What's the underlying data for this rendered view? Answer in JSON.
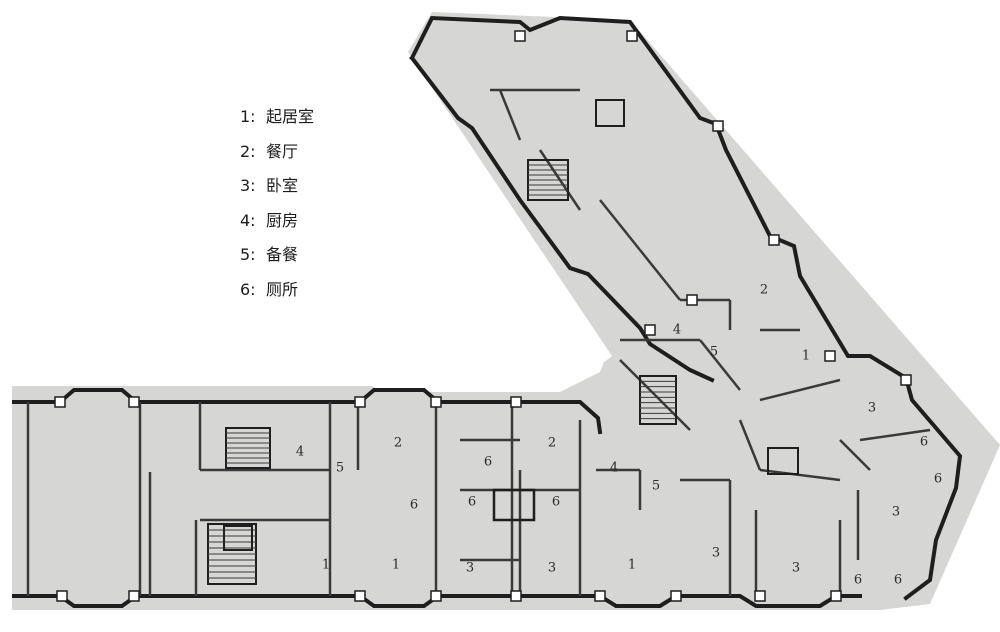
{
  "legend": [
    {
      "num": "1:",
      "label": "起居室"
    },
    {
      "num": "2:",
      "label": "餐厅"
    },
    {
      "num": "3:",
      "label": "卧室"
    },
    {
      "num": "4:",
      "label": "厨房"
    },
    {
      "num": "5:",
      "label": "备餐"
    },
    {
      "num": "6:",
      "label": "厕所"
    }
  ],
  "room_labels": [
    "1",
    "1",
    "3",
    "3",
    "1",
    "3",
    "3",
    "2",
    "2",
    "4",
    "5",
    "6",
    "6",
    "6",
    "6",
    "4",
    "5",
    "2",
    "4",
    "5",
    "1",
    "3",
    "6",
    "6",
    "3",
    "6",
    "6"
  ],
  "colors": {
    "paper": "#d6d6d4",
    "wall": "#1e1e1e",
    "line": "#3a3a3a"
  }
}
